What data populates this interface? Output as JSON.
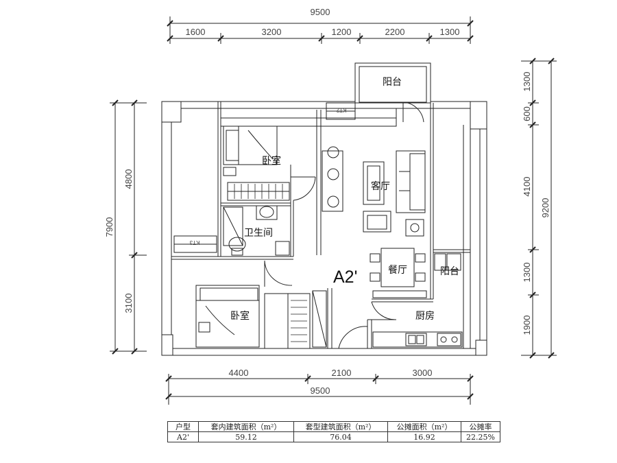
{
  "dimensions": {
    "top_total": "9500",
    "top_segments": [
      "1600",
      "3200",
      "1200",
      "2200",
      "1300"
    ],
    "bottom_segments": [
      "4400",
      "2100",
      "3000"
    ],
    "bottom_total": "9500",
    "left_total": "7900",
    "left_segments": [
      "4800",
      "3100"
    ],
    "right_segments": [
      "1300",
      "600",
      "4100",
      "1300",
      "1900"
    ],
    "right_total": "9200"
  },
  "rooms": {
    "balcony_top": "阳台",
    "bedroom_upper": "卧室",
    "living_room": "客厅",
    "bathroom": "卫生间",
    "dining_room": "餐厅",
    "balcony_right": "阳台",
    "bedroom_lower": "卧室",
    "kitchen": "厨房",
    "unit_label": "A2'"
  },
  "ac_labels": [
    "KT2",
    "KT3"
  ],
  "area_table": {
    "headers": [
      "户型",
      "套内建筑面积（m²）",
      "套型建筑面积（m²）",
      "公摊面积（m²）",
      "公摊率"
    ],
    "row": [
      "A2'",
      "59.12",
      "76.04",
      "16.92",
      "22.25%"
    ]
  }
}
